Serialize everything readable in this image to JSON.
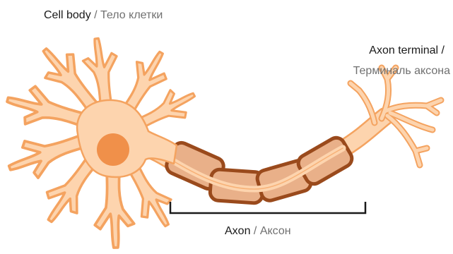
{
  "labels": {
    "cell_body": {
      "en": "Cell body",
      "sep": " / ",
      "ru": "Тело клетки"
    },
    "axon_terminal": {
      "en": "Axon terminal",
      "sep": " /",
      "ru": "Терминаль аксона"
    },
    "axon": {
      "en": "Axon",
      "sep": " / ",
      "ru": "Аксон"
    }
  },
  "colors": {
    "cell_fill": "#fdd4ae",
    "cell_outline": "#f4a360",
    "nucleus": "#f0904a",
    "myelin_fill": "#e9b089",
    "myelin_outline": "#9a4a1c",
    "bracket": "#1a1a1a"
  }
}
